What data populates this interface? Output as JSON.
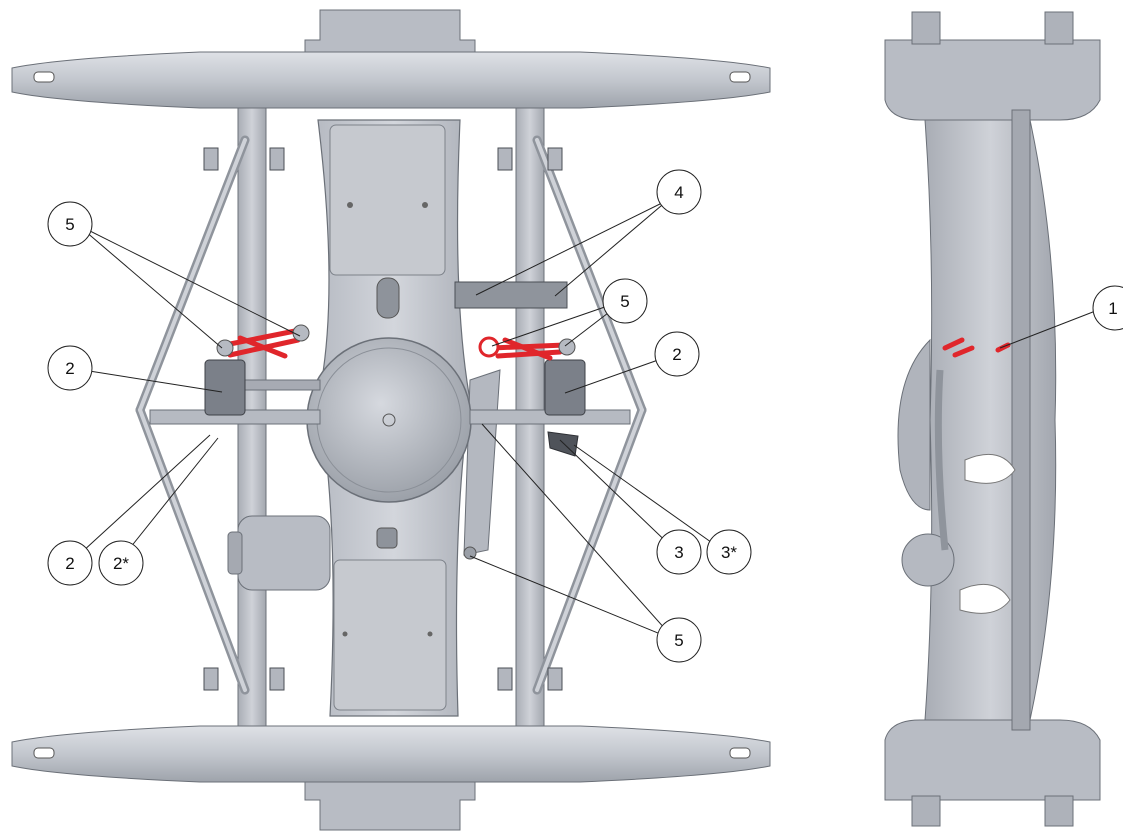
{
  "diagram": {
    "colors": {
      "background": "#ffffff",
      "part_light": "#c9ccd3",
      "part_mid": "#aeb2ba",
      "part_dark": "#7f848d",
      "outline": "#5d6169",
      "highlight_red": "#e0262b",
      "callout_stroke": "#222222"
    },
    "callouts": [
      {
        "id": "c1",
        "label": "4"
      },
      {
        "id": "c2",
        "label": "5"
      },
      {
        "id": "c3",
        "label": "5"
      },
      {
        "id": "c4",
        "label": "2"
      },
      {
        "id": "c5",
        "label": "2"
      },
      {
        "id": "c6",
        "label": "2"
      },
      {
        "id": "c7",
        "label": "2*"
      },
      {
        "id": "c8",
        "label": "3"
      },
      {
        "id": "c9",
        "label": "3*"
      },
      {
        "id": "c10",
        "label": "5"
      },
      {
        "id": "c11",
        "label": "1"
      }
    ]
  }
}
